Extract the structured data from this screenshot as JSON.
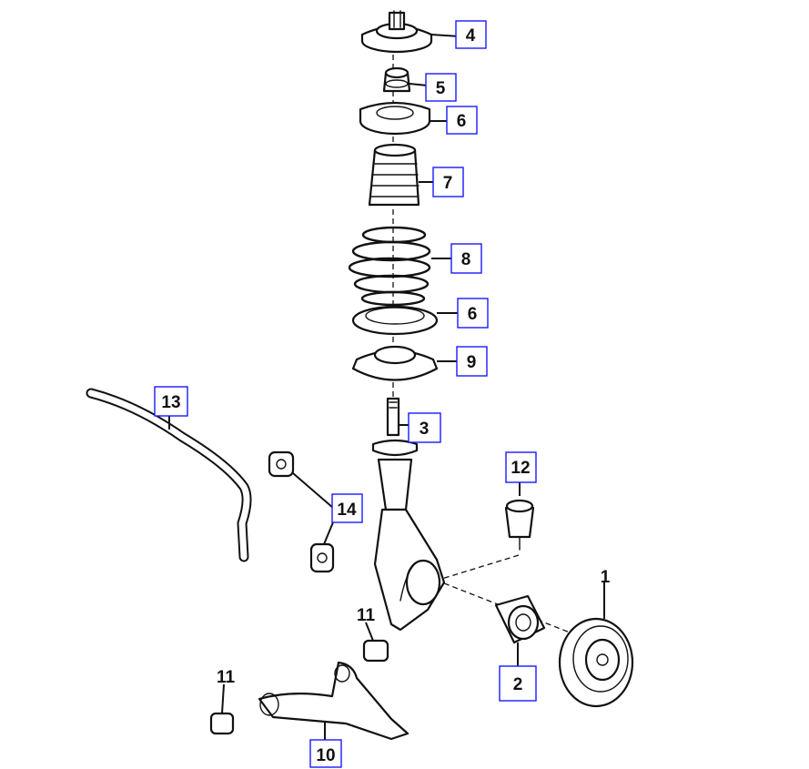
{
  "callouts": [
    {
      "id": "c4",
      "label": "4",
      "boxed": true
    },
    {
      "id": "c5",
      "label": "5",
      "boxed": true
    },
    {
      "id": "c6a",
      "label": "6",
      "boxed": true
    },
    {
      "id": "c7",
      "label": "7",
      "boxed": true
    },
    {
      "id": "c8",
      "label": "8",
      "boxed": true
    },
    {
      "id": "c6b",
      "label": "6",
      "boxed": true
    },
    {
      "id": "c9",
      "label": "9",
      "boxed": true
    },
    {
      "id": "c3",
      "label": "3",
      "boxed": true
    },
    {
      "id": "c13",
      "label": "13",
      "boxed": true
    },
    {
      "id": "c14",
      "label": "14",
      "boxed": true
    },
    {
      "id": "c12",
      "label": "12",
      "boxed": true
    },
    {
      "id": "c2",
      "label": "2",
      "boxed": true
    },
    {
      "id": "c10",
      "label": "10",
      "boxed": true
    },
    {
      "id": "c11a",
      "label": "11",
      "boxed": false
    },
    {
      "id": "c11b",
      "label": "11",
      "boxed": false
    },
    {
      "id": "c1",
      "label": "1",
      "boxed": false
    }
  ],
  "colors": {
    "callout_box": "#1a1aff",
    "line_art": "#111111",
    "background": "#ffffff"
  }
}
